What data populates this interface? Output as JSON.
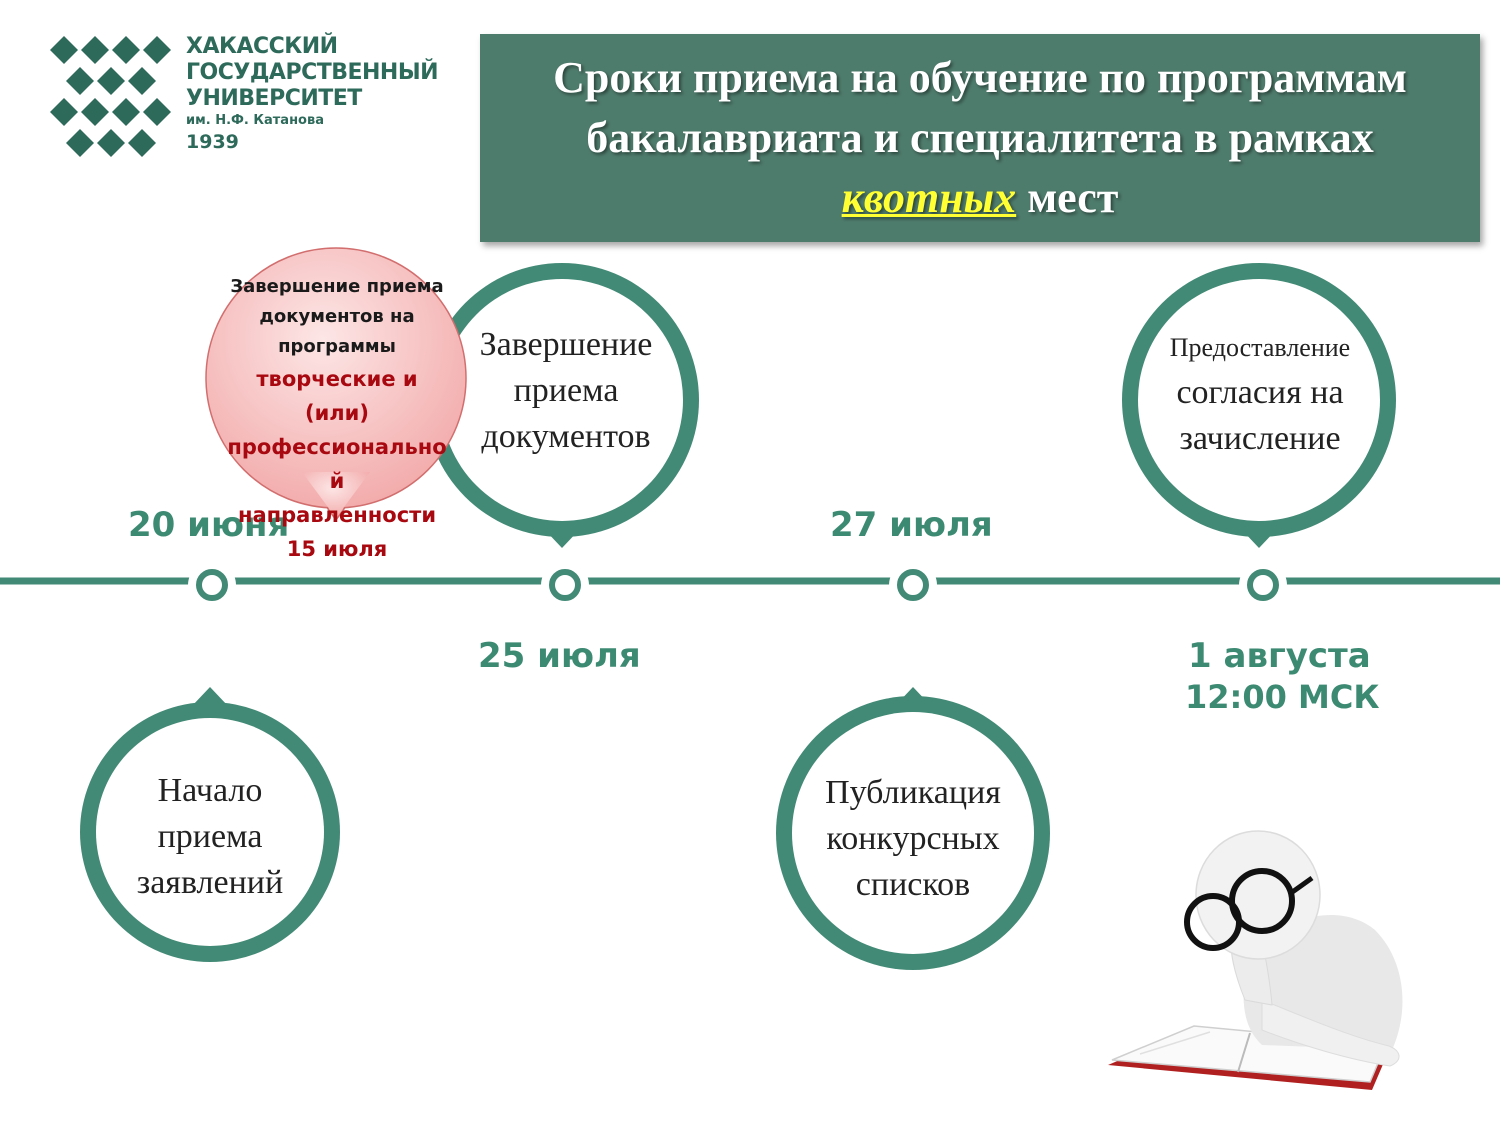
{
  "logo": {
    "line1": "ХАКАССКИЙ",
    "line2": "ГОСУДАРСТВЕННЫЙ",
    "line3": "УНИВЕРСИТЕТ",
    "line4": "им. Н.Ф. Катанова",
    "line5": "1939",
    "mark_icon": "diamond-lattice-logo-icon"
  },
  "title": {
    "line1": "Сроки приема на обучение по программам",
    "line2": "бакалавриата и специалитета в рамках",
    "line3_highlight": "квотных",
    "line3_rest": " мест"
  },
  "milestones": [
    {
      "date": "20 июня",
      "label_lines": [
        "Начало",
        "приема",
        "заявлений"
      ]
    },
    {
      "date": "25 июля",
      "label_lines": [
        "Завершение",
        "приема",
        "документов"
      ]
    },
    {
      "date": "27 июля",
      "label_lines": [
        "Публикация",
        "конкурсных",
        "списков"
      ]
    },
    {
      "date": "1 августа",
      "time": "12:00 МСК",
      "label_lines": [
        "Предоставление",
        "согласия на",
        "зачисление"
      ]
    }
  ],
  "callout": {
    "line1": "Завершение приема",
    "line2": "документов на",
    "line3": "программы",
    "red1": "творческие и",
    "red2": "(или)",
    "red3": "профессионально",
    "red4": "й",
    "red5": "направленности",
    "date": "15 июля"
  },
  "illustration": {
    "icon": "reading-person-with-glasses-icon"
  },
  "colors": {
    "banner": "#4e7c6c",
    "accent": "#3d8a73",
    "highlight": "#ffff33",
    "callout_red": "#a8080f",
    "callout_fill": "#f6c2c2"
  }
}
